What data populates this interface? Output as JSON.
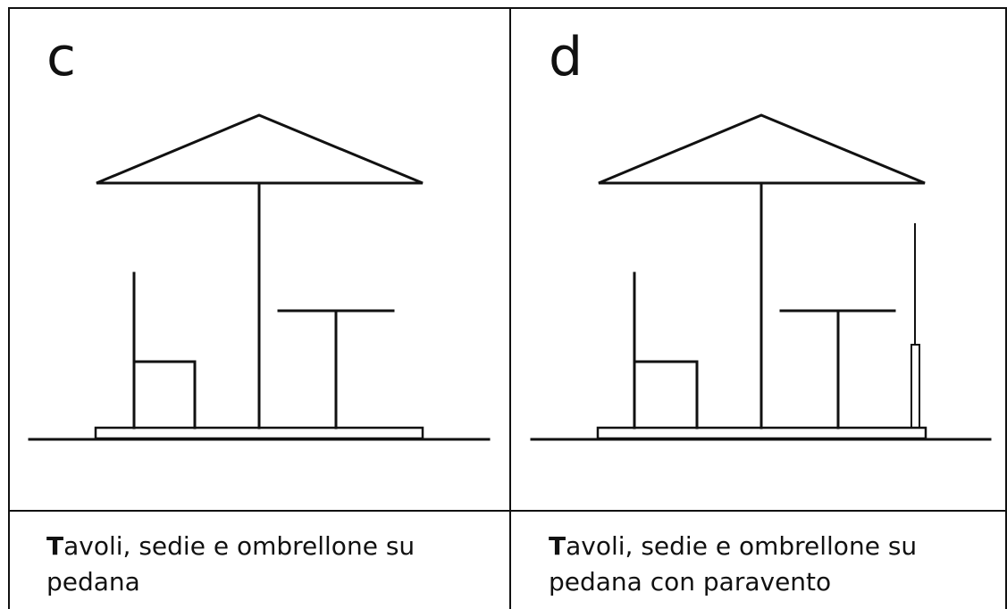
{
  "panels": [
    {
      "letter": "c",
      "caption_initial": "T",
      "caption_rest": "avoli, sedie e ombrellone su pedana"
    },
    {
      "letter": "d",
      "caption_initial": "T",
      "caption_rest": "avoli, sedie e ombrellone su pedana con paravento"
    }
  ],
  "colors": {
    "line": "#111111",
    "background": "#ffffff"
  }
}
